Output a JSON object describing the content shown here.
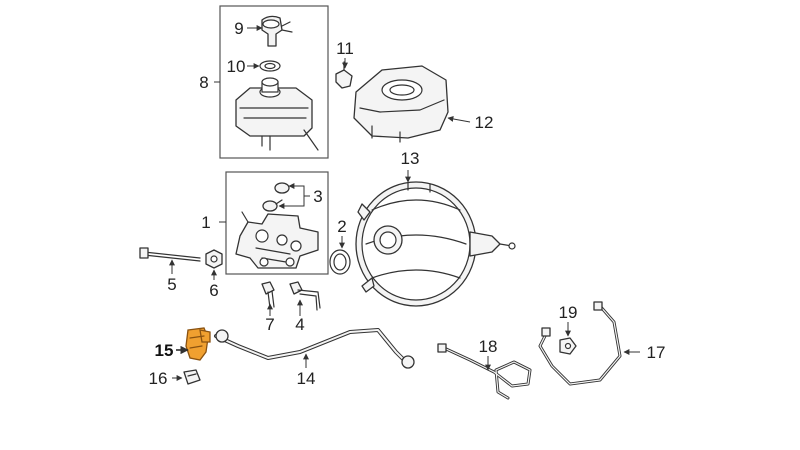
{
  "callouts": {
    "c1": "1",
    "c2": "2",
    "c3": "3",
    "c4": "4",
    "c5": "5",
    "c6": "6",
    "c7": "7",
    "c8": "8",
    "c9": "9",
    "c10": "10",
    "c11": "11",
    "c12": "12",
    "c13": "13",
    "c14": "14",
    "c15": "15",
    "c16": "16",
    "c17": "17",
    "c18": "18",
    "c19": "19"
  },
  "highlighted_part": "15",
  "colors": {
    "highlight": "#f0a030",
    "line": "#333333",
    "background": "#ffffff"
  }
}
